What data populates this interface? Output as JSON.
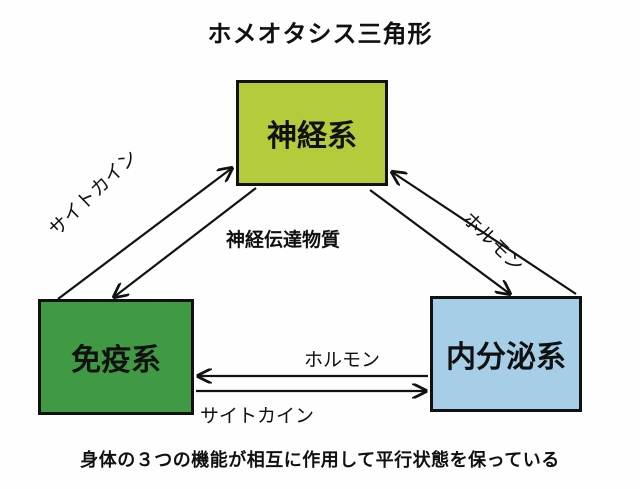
{
  "title": "ホメオタシス三角形",
  "colors": {
    "nervous": "#b4cc3c",
    "immune": "#3f9a43",
    "endocrine": "#a6cfe7"
  },
  "boxes": {
    "nervous": "神経系",
    "immune": "免疫系",
    "endocrine": "内分泌系"
  },
  "arrow_labels": {
    "neurotransmitter": "神経伝達物質",
    "cytokine_left": "サイトカイン",
    "hormone_right": "ホルモン",
    "hormone_bottom": "ホルモン",
    "cytokine_bottom": "サイトカイン"
  },
  "caption": "身体の３つの機能が相互に作用して平行状態を保っている"
}
